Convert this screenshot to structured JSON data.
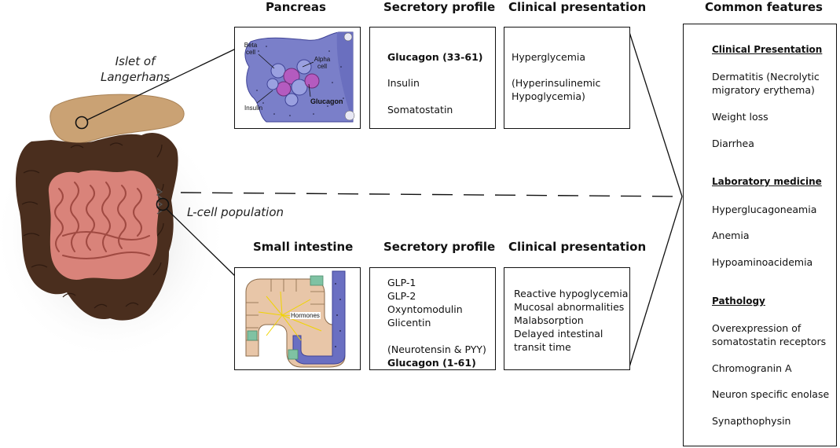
{
  "labels": {
    "islet": "Islet of Langerhans",
    "lcell": "L-cell population"
  },
  "pancreas": {
    "header": "Pancreas",
    "figure": {
      "beta": "Beta cell",
      "alpha": "Alpha cell",
      "insulin": "Insulin",
      "glucagon": "Glucagon"
    },
    "secretory_header": "Secretory profile",
    "secretory": [
      "Glucagon (33-61)",
      "Insulin",
      "Somatostatin"
    ],
    "clinical_header": "Clinical presentation",
    "clinical": [
      "Hyperglycemia",
      "(Hyperinsulinemic",
      "Hypoglycemia)"
    ]
  },
  "intestine": {
    "header": "Small intestine",
    "figure": {
      "hormones": "Hormones"
    },
    "secretory_header": "Secretory profile",
    "secretory": [
      "GLP-1",
      "GLP-2",
      "Oxyntomodulin",
      "Glicentin",
      "(Neurotensin & PYY)",
      "Glucagon (1-61)"
    ],
    "clinical_header": "Clinical presentation",
    "clinical": [
      "Reactive hypoglycemia",
      "Mucosal abnormalities",
      "Malabsorption",
      "Delayed intestinal",
      "transit time"
    ]
  },
  "common": {
    "header": "Common features",
    "sections": [
      {
        "title": "Clinical Presentation",
        "items": [
          "Dermatitis (Necrolytic",
          "migratory erythema)",
          "Weight loss",
          "Diarrhea"
        ]
      },
      {
        "title": "Laboratory medicine",
        "items": [
          "Hyperglucagoneamia",
          "Anemia",
          "Hypoaminoacidemia"
        ]
      },
      {
        "title": "Pathology",
        "items": [
          "Overexpression of",
          "somatostatin receptors",
          "Chromogranin A",
          "Neuron specific enolase",
          "Synapthophysin"
        ]
      }
    ]
  },
  "colors": {
    "pancreas": "#caa274",
    "colon": "#4a2e1e",
    "small_intestine": "#d9837a",
    "islet_fill": "#7a7fc9",
    "alpha_cells": "#b45bbf",
    "villus_tube": "#6a6fc2"
  }
}
